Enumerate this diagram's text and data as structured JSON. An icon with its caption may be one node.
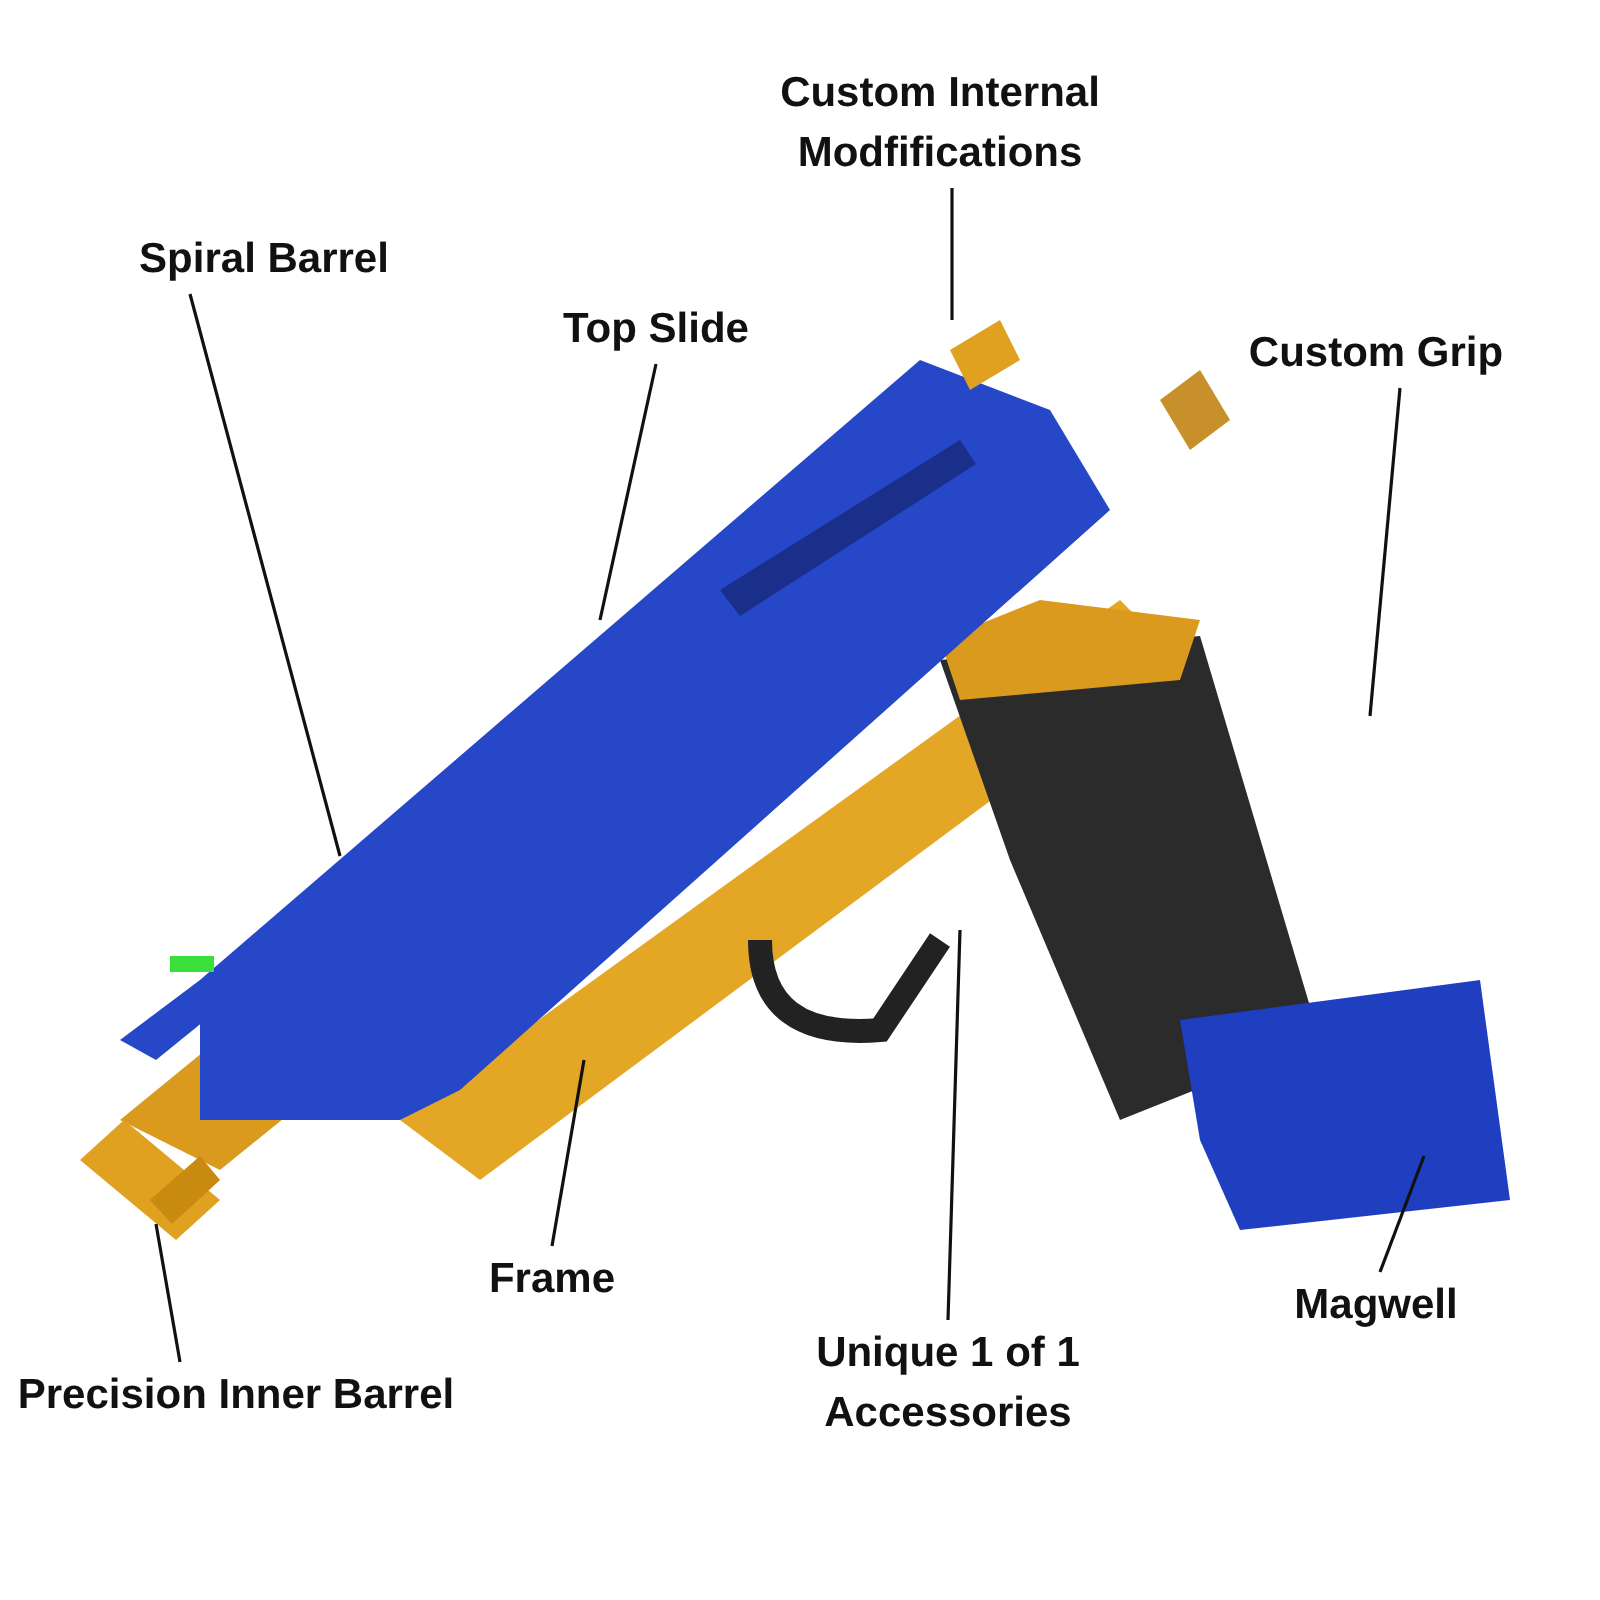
{
  "diagram": {
    "nodes": [
      {
        "text": [
          "Custom Internal Modfifications"
        ]
      },
      {
        "text": [
          "Spiral Barrel"
        ]
      },
      {
        "text": [
          "Top Slide"
        ]
      },
      {
        "text": [
          "Custom Grip"
        ]
      },
      {
        "text": [
          "Frame"
        ]
      },
      {
        "text": [
          "Unique 1 of 1 Accessories"
        ]
      },
      {
        "text": [
          "Magwell"
        ]
      },
      {
        "text": [
          "Precision Inner Barrel"
        ]
      }
    ],
    "edges": [
      {
        "from": 0,
        "to": null,
        "arrow": "none"
      },
      {
        "from": 1,
        "to": null,
        "arrow": "none"
      },
      {
        "from": 2,
        "to": null,
        "arrow": "none"
      },
      {
        "from": 3,
        "to": null,
        "arrow": "none"
      },
      {
        "from": 4,
        "to": null,
        "arrow": "none"
      },
      {
        "from": 5,
        "to": null,
        "arrow": "none"
      },
      {
        "from": 6,
        "to": null,
        "arrow": "none"
      },
      {
        "from": 7,
        "to": null,
        "arrow": "none"
      }
    ]
  }
}
